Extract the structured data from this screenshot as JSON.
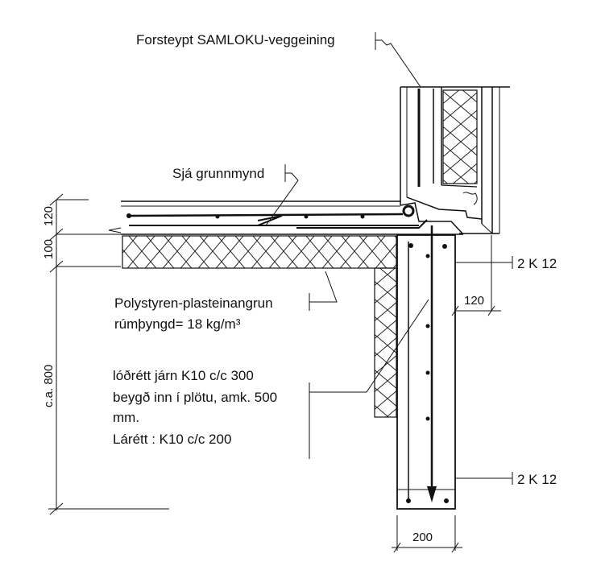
{
  "labels": {
    "wall_panel": "Forsteypt SAMLOKU-veggeining",
    "see_plan": "Sjá grunnmynd",
    "insulation_line1": "Polystyren-plasteinangrun",
    "insulation_line2": "rúmþyngd= 18 kg/m³",
    "rebar_line1": "lóðrétt járn K10 c/c 300",
    "rebar_line2": "beygð inn í plötu, amk. 500",
    "rebar_line3": "mm.",
    "rebar_line4": "Lárétt : K10 c/c 200",
    "rebar_top": "2 K 12",
    "rebar_bottom": "2 K 12"
  },
  "dimensions": {
    "slab_thickness": "120",
    "insulation_thickness": "100",
    "footing_depth": "c.a. 800",
    "side_insulation": "120",
    "footing_width": "200"
  }
}
